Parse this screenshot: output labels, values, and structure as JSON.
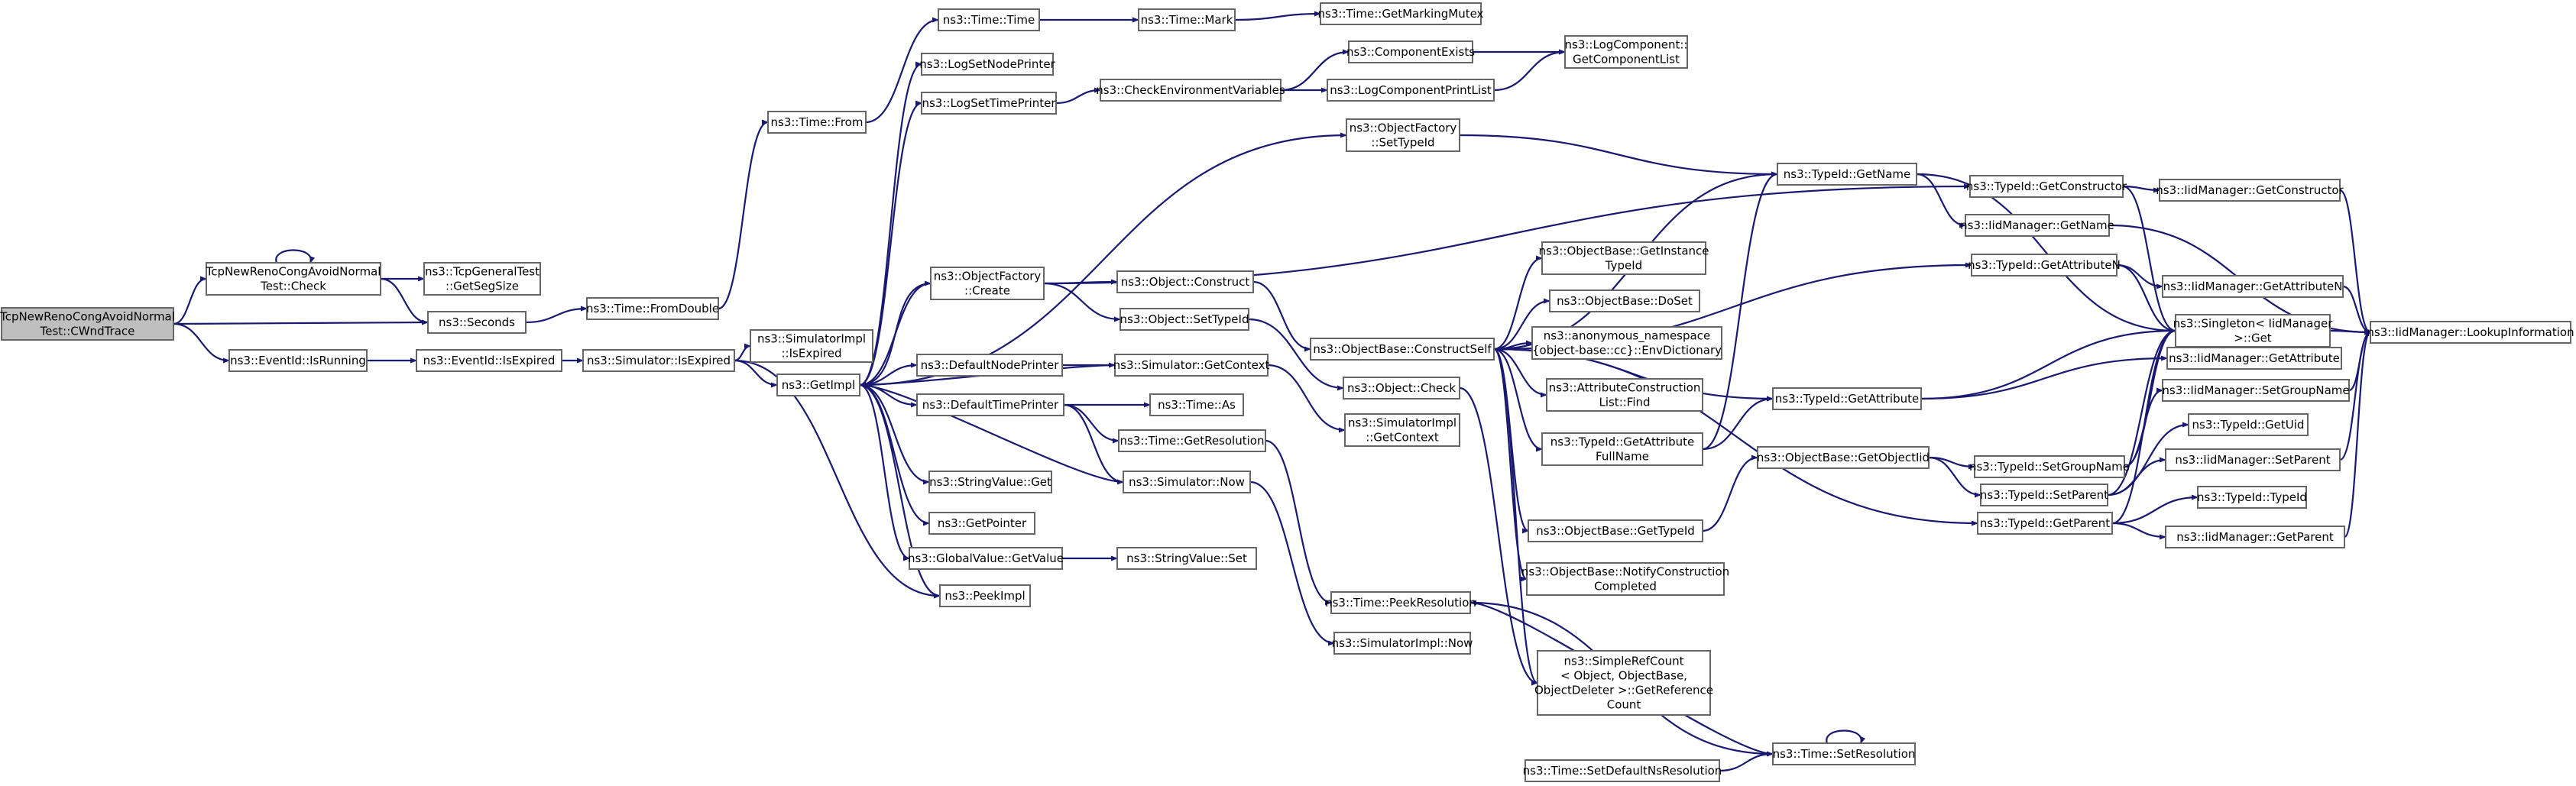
{
  "colors": {
    "node_fill": "#ffffff",
    "root_fill": "#bfbfbf",
    "node_border": "#666666",
    "edge": "#191970"
  },
  "nodes": [
    {
      "id": "root",
      "label": [
        "TcpNewRenoCongAvoidNormal",
        "Test::CWndTrace"
      ],
      "root": true
    },
    {
      "id": "check",
      "label": [
        "TcpNewRenoCongAvoidNormal",
        "Test::Check"
      ]
    },
    {
      "id": "eid_run",
      "label": [
        "ns3::EventId::IsRunning"
      ]
    },
    {
      "id": "tcp_seg",
      "label": [
        "ns3::TcpGeneralTest",
        "::GetSegSize"
      ]
    },
    {
      "id": "seconds",
      "label": [
        "ns3::Seconds"
      ]
    },
    {
      "id": "eid_exp",
      "label": [
        "ns3::EventId::IsExpired"
      ]
    },
    {
      "id": "sim_exp",
      "label": [
        "ns3::Simulator::IsExpired"
      ]
    },
    {
      "id": "fromdouble",
      "label": [
        "ns3::Time::FromDouble"
      ]
    },
    {
      "id": "from",
      "label": [
        "ns3::Time::From"
      ]
    },
    {
      "id": "simimpl_exp",
      "label": [
        "ns3::SimulatorImpl",
        "::IsExpired"
      ]
    },
    {
      "id": "getimpl",
      "label": [
        "ns3::GetImpl"
      ]
    },
    {
      "id": "time",
      "label": [
        "ns3::Time::Time"
      ]
    },
    {
      "id": "lognode",
      "label": [
        "ns3::LogSetNodePrinter"
      ]
    },
    {
      "id": "logtime",
      "label": [
        "ns3::LogSetTimePrinter"
      ]
    },
    {
      "id": "of_create",
      "label": [
        "ns3::ObjectFactory",
        "::Create"
      ]
    },
    {
      "id": "defnode",
      "label": [
        "ns3::DefaultNodePrinter"
      ]
    },
    {
      "id": "deftime",
      "label": [
        "ns3::DefaultTimePrinter"
      ]
    },
    {
      "id": "sv_get",
      "label": [
        "ns3::StringValue::Get"
      ]
    },
    {
      "id": "getpointer",
      "label": [
        "ns3::GetPointer"
      ]
    },
    {
      "id": "gv_get",
      "label": [
        "ns3::GlobalValue::GetValue"
      ]
    },
    {
      "id": "peekimpl",
      "label": [
        "ns3::PeekImpl"
      ]
    },
    {
      "id": "mark",
      "label": [
        "ns3::Time::Mark"
      ]
    },
    {
      "id": "checkenv",
      "label": [
        "ns3::CheckEnvironmentVariables"
      ]
    },
    {
      "id": "obj_construct",
      "label": [
        "ns3::Object::Construct"
      ]
    },
    {
      "id": "obj_settid",
      "label": [
        "ns3::Object::SetTypeId"
      ]
    },
    {
      "id": "sim_ctx",
      "label": [
        "ns3::Simulator::GetContext"
      ]
    },
    {
      "id": "time_as",
      "label": [
        "ns3::Time::As"
      ]
    },
    {
      "id": "getres",
      "label": [
        "ns3::Time::GetResolution"
      ]
    },
    {
      "id": "sim_now",
      "label": [
        "ns3::Simulator::Now"
      ]
    },
    {
      "id": "sv_set",
      "label": [
        "ns3::StringValue::Set"
      ]
    },
    {
      "id": "markmutex",
      "label": [
        "ns3::Time::GetMarkingMutex"
      ]
    },
    {
      "id": "compexists",
      "label": [
        "ns3::ComponentExists"
      ]
    },
    {
      "id": "logprint",
      "label": [
        "ns3::LogComponentPrintList"
      ]
    },
    {
      "id": "of_settid",
      "label": [
        "ns3::ObjectFactory",
        "::SetTypeId"
      ]
    },
    {
      "id": "ob_cs",
      "label": [
        "ns3::ObjectBase::ConstructSelf"
      ]
    },
    {
      "id": "obj_check",
      "label": [
        "ns3::Object::Check"
      ]
    },
    {
      "id": "simimpl_ctx",
      "label": [
        "ns3::SimulatorImpl",
        "::GetContext"
      ]
    },
    {
      "id": "peekres",
      "label": [
        "ns3::Time::PeekResolution"
      ]
    },
    {
      "id": "simimpl_now",
      "label": [
        "ns3::SimulatorImpl::Now"
      ]
    },
    {
      "id": "setdefres",
      "label": [
        "ns3::Time::SetDefaultNsResolution"
      ]
    },
    {
      "id": "logcomplist",
      "label": [
        "ns3::LogComponent::",
        "GetComponentList"
      ]
    },
    {
      "id": "ob_getinst",
      "label": [
        "ns3::ObjectBase::GetInstance",
        "TypeId"
      ]
    },
    {
      "id": "ob_doset",
      "label": [
        "ns3::ObjectBase::DoSet"
      ]
    },
    {
      "id": "anon",
      "label": [
        "ns3::anonymous_namespace",
        "{object-base::cc}::EnvDictionary"
      ]
    },
    {
      "id": "acl_find",
      "label": [
        "ns3::AttributeConstruction",
        "List::Find"
      ]
    },
    {
      "id": "tid_attrfull",
      "label": [
        "ns3::TypeId::GetAttribute",
        "FullName"
      ]
    },
    {
      "id": "ob_gettid",
      "label": [
        "ns3::ObjectBase::GetTypeId"
      ]
    },
    {
      "id": "ob_notify",
      "label": [
        "ns3::ObjectBase::NotifyConstruction",
        "Completed"
      ]
    },
    {
      "id": "src",
      "label": [
        "ns3::SimpleRefCount",
        "< Object, ObjectBase,",
        "ObjectDeleter >::GetReference",
        "Count"
      ]
    },
    {
      "id": "tid_name",
      "label": [
        "ns3::TypeId::GetName"
      ]
    },
    {
      "id": "tid_attr",
      "label": [
        "ns3::TypeId::GetAttribute"
      ]
    },
    {
      "id": "ob_getoid",
      "label": [
        "ns3::ObjectBase::GetObjectIid"
      ]
    },
    {
      "id": "setres",
      "label": [
        "ns3::Time::SetResolution"
      ]
    },
    {
      "id": "tid_ctor",
      "label": [
        "ns3::TypeId::GetConstructor"
      ]
    },
    {
      "id": "iid_name",
      "label": [
        "ns3::IidManager::GetName"
      ]
    },
    {
      "id": "tid_attrn",
      "label": [
        "ns3::TypeId::GetAttributeN"
      ]
    },
    {
      "id": "tid_setgroup",
      "label": [
        "ns3::TypeId::SetGroupName"
      ]
    },
    {
      "id": "tid_setparent",
      "label": [
        "ns3::TypeId::SetParent"
      ]
    },
    {
      "id": "tid_getparent",
      "label": [
        "ns3::TypeId::GetParent"
      ]
    },
    {
      "id": "iid_ctor",
      "label": [
        "ns3::IidManager::GetConstructor"
      ]
    },
    {
      "id": "iid_attrn",
      "label": [
        "ns3::IidManager::GetAttributeN"
      ]
    },
    {
      "id": "singleton",
      "label": [
        "ns3::Singleton< IidManager",
        ">::Get"
      ]
    },
    {
      "id": "iid_attr",
      "label": [
        "ns3::IidManager::GetAttribute"
      ]
    },
    {
      "id": "iid_setgroup",
      "label": [
        "ns3::IidManager::SetGroupName"
      ]
    },
    {
      "id": "tid_getuid",
      "label": [
        "ns3::TypeId::GetUid"
      ]
    },
    {
      "id": "iid_setparent",
      "label": [
        "ns3::IidManager::SetParent"
      ]
    },
    {
      "id": "tid_tid",
      "label": [
        "ns3::TypeId::TypeId"
      ]
    },
    {
      "id": "iid_getparent",
      "label": [
        "ns3::IidManager::GetParent"
      ]
    },
    {
      "id": "iid_lookup",
      "label": [
        "ns3::IidManager::LookupInformation"
      ]
    }
  ],
  "edges": [
    [
      "root",
      "check"
    ],
    [
      "root",
      "seconds"
    ],
    [
      "root",
      "eid_run"
    ],
    [
      "check",
      "check"
    ],
    [
      "check",
      "tcp_seg"
    ],
    [
      "check",
      "seconds"
    ],
    [
      "seconds",
      "fromdouble"
    ],
    [
      "fromdouble",
      "from"
    ],
    [
      "from",
      "time"
    ],
    [
      "eid_run",
      "eid_exp"
    ],
    [
      "eid_exp",
      "sim_exp"
    ],
    [
      "sim_exp",
      "simimpl_exp"
    ],
    [
      "sim_exp",
      "getimpl"
    ],
    [
      "sim_exp",
      "peekimpl"
    ],
    [
      "time",
      "mark"
    ],
    [
      "mark",
      "markmutex"
    ],
    [
      "getimpl",
      "lognode"
    ],
    [
      "getimpl",
      "logtime"
    ],
    [
      "getimpl",
      "of_create"
    ],
    [
      "getimpl",
      "defnode"
    ],
    [
      "getimpl",
      "deftime"
    ],
    [
      "getimpl",
      "sv_get"
    ],
    [
      "getimpl",
      "getpointer"
    ],
    [
      "getimpl",
      "gv_get"
    ],
    [
      "getimpl",
      "peekimpl"
    ],
    [
      "getimpl",
      "of_settid"
    ],
    [
      "logtime",
      "checkenv"
    ],
    [
      "checkenv",
      "compexists"
    ],
    [
      "checkenv",
      "logprint"
    ],
    [
      "compexists",
      "logcomplist"
    ],
    [
      "logprint",
      "logcomplist"
    ],
    [
      "of_create",
      "obj_construct"
    ],
    [
      "of_create",
      "obj_settid"
    ],
    [
      "of_create",
      "getimpl"
    ],
    [
      "of_create",
      "tid_ctor"
    ],
    [
      "obj_construct",
      "ob_cs"
    ],
    [
      "obj_settid",
      "obj_check"
    ],
    [
      "defnode",
      "sim_ctx"
    ],
    [
      "sim_ctx",
      "getimpl"
    ],
    [
      "sim_ctx",
      "simimpl_ctx"
    ],
    [
      "deftime",
      "time_as"
    ],
    [
      "deftime",
      "getres"
    ],
    [
      "deftime",
      "sim_now"
    ],
    [
      "sim_now",
      "getimpl"
    ],
    [
      "sim_now",
      "simimpl_now"
    ],
    [
      "getres",
      "peekres"
    ],
    [
      "gv_get",
      "sv_set"
    ],
    [
      "of_settid",
      "tid_name"
    ],
    [
      "ob_cs",
      "ob_getinst"
    ],
    [
      "ob_cs",
      "ob_doset"
    ],
    [
      "ob_cs",
      "anon"
    ],
    [
      "ob_cs",
      "acl_find"
    ],
    [
      "ob_cs",
      "tid_attrfull"
    ],
    [
      "ob_cs",
      "ob_gettid"
    ],
    [
      "ob_cs",
      "ob_notify"
    ],
    [
      "ob_cs",
      "src"
    ],
    [
      "ob_cs",
      "tid_name"
    ],
    [
      "ob_cs",
      "tid_attrn"
    ],
    [
      "ob_cs",
      "tid_attr"
    ],
    [
      "ob_cs",
      "tid_getparent"
    ],
    [
      "obj_check",
      "src"
    ],
    [
      "tid_attrfull",
      "tid_name"
    ],
    [
      "tid_attrfull",
      "tid_attr"
    ],
    [
      "ob_gettid",
      "ob_getoid"
    ],
    [
      "tid_name",
      "iid_name"
    ],
    [
      "tid_name",
      "singleton"
    ],
    [
      "tid_attr",
      "iid_attr"
    ],
    [
      "tid_attr",
      "singleton"
    ],
    [
      "ob_getoid",
      "tid_setgroup"
    ],
    [
      "ob_getoid",
      "tid_setparent"
    ],
    [
      "tid_ctor",
      "iid_ctor"
    ],
    [
      "tid_ctor",
      "singleton"
    ],
    [
      "tid_attrn",
      "iid_attrn"
    ],
    [
      "tid_attrn",
      "singleton"
    ],
    [
      "tid_setgroup",
      "iid_setgroup"
    ],
    [
      "tid_setgroup",
      "singleton"
    ],
    [
      "tid_setparent",
      "tid_getuid"
    ],
    [
      "tid_setparent",
      "iid_setparent"
    ],
    [
      "tid_setparent",
      "singleton"
    ],
    [
      "tid_getparent",
      "tid_tid"
    ],
    [
      "tid_getparent",
      "iid_getparent"
    ],
    [
      "tid_getparent",
      "singleton"
    ],
    [
      "iid_name",
      "iid_lookup"
    ],
    [
      "iid_ctor",
      "iid_lookup"
    ],
    [
      "iid_attrn",
      "iid_lookup"
    ],
    [
      "iid_setgroup",
      "iid_lookup"
    ],
    [
      "iid_setparent",
      "iid_lookup"
    ],
    [
      "iid_getparent",
      "iid_lookup"
    ],
    [
      "singleton",
      "iid_lookup"
    ],
    [
      "peekres",
      "setres"
    ],
    [
      "setres",
      "setres"
    ],
    [
      "setres",
      "peekres"
    ],
    [
      "setdefres",
      "setres"
    ]
  ]
}
